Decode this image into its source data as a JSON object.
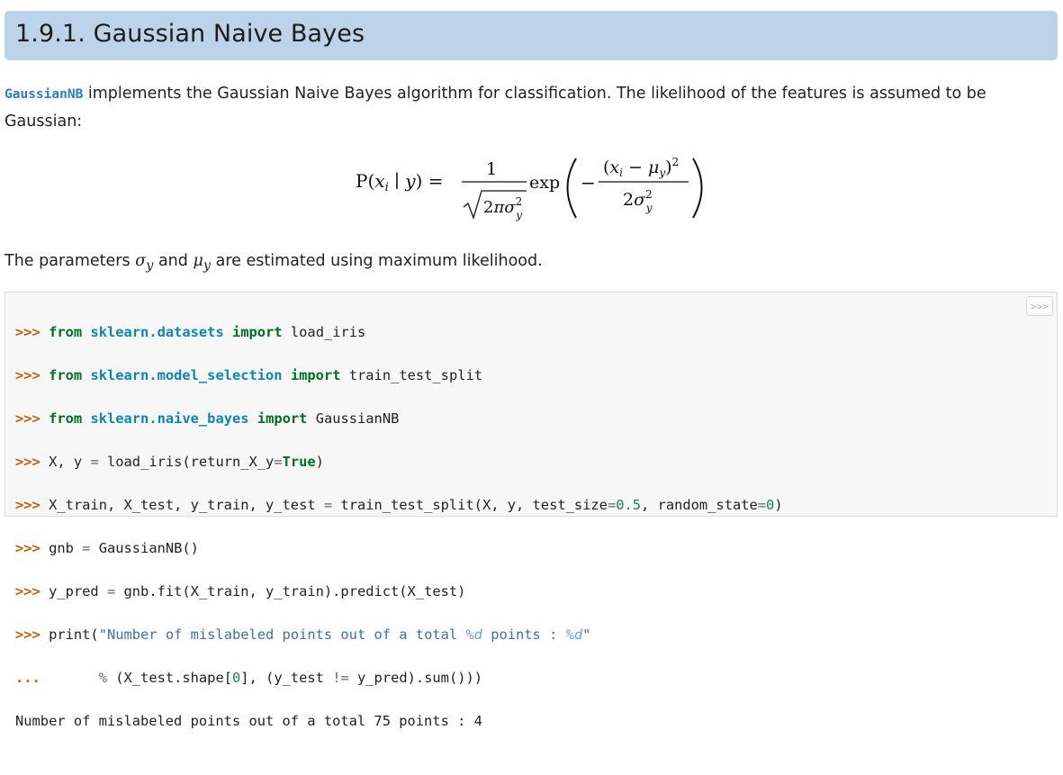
{
  "header": {
    "title": "1.9.1. Gaussian Naive Bayes"
  },
  "intro": {
    "code_ref": "GaussianNB",
    "text": " implements the Gaussian Naive Bayes algorithm for classification. The likelihood of the features is assumed to be Gaussian:"
  },
  "formula": {
    "lhs": "P(x_i | y) =",
    "numerator": "1",
    "denominator": "√(2πσ_y²)",
    "exp": "exp",
    "exp_numerator": "(x_i − μ_y)²",
    "exp_denominator": "2σ_y²"
  },
  "params": {
    "before": "The parameters ",
    "sigma": "σ",
    "sub1": "y",
    "and": " and ",
    "mu": "μ",
    "sub2": "y",
    "after": " are estimated using maximum likelihood."
  },
  "code": {
    "copy_label": ">>>",
    "prompt": ">>>",
    "continuation": "...",
    "lines": {
      "l1": {
        "kw1": "from",
        "mod": "sklearn.datasets",
        "kw2": "import",
        "rest": "load_iris"
      },
      "l2": {
        "kw1": "from",
        "mod": "sklearn.model_selection",
        "kw2": "import",
        "rest": "train_test_split"
      },
      "l3": {
        "kw1": "from",
        "mod": "sklearn.naive_bayes",
        "kw2": "import",
        "rest": "GaussianNB"
      },
      "l4": {
        "a": "X, y ",
        "op": "=",
        "b": " load_iris(return_X_y",
        "op2": "=",
        "kw": "True",
        "c": ")"
      },
      "l5": {
        "a": "X_train, X_test, y_train, y_test ",
        "op": "=",
        "b": " train_test_split(X, y, test_size",
        "op2": "=",
        "n1": "0.5",
        "c": ", random_state",
        "op3": "=",
        "n2": "0",
        "d": ")"
      },
      "l6": {
        "a": "gnb ",
        "op": "=",
        "b": " GaussianNB()"
      },
      "l7": {
        "a": "y_pred ",
        "op": "=",
        "b": " gnb.fit(X_train, y_train).predict(X_test)"
      },
      "l8": {
        "a": "print(",
        "s1": "\"Number of mislabeled points out of a total ",
        "si1": "%d",
        "s2": " points : ",
        "si2": "%d",
        "s3": "\""
      },
      "l9": {
        "pad": "      ",
        "op": "%",
        "a": " (X_test.shape[",
        "n": "0",
        "b": "], (y_test ",
        "op2": "!=",
        "c": " y_pred).sum()))"
      },
      "output": "Number of mislabeled points out of a total 75 points : 4"
    }
  }
}
